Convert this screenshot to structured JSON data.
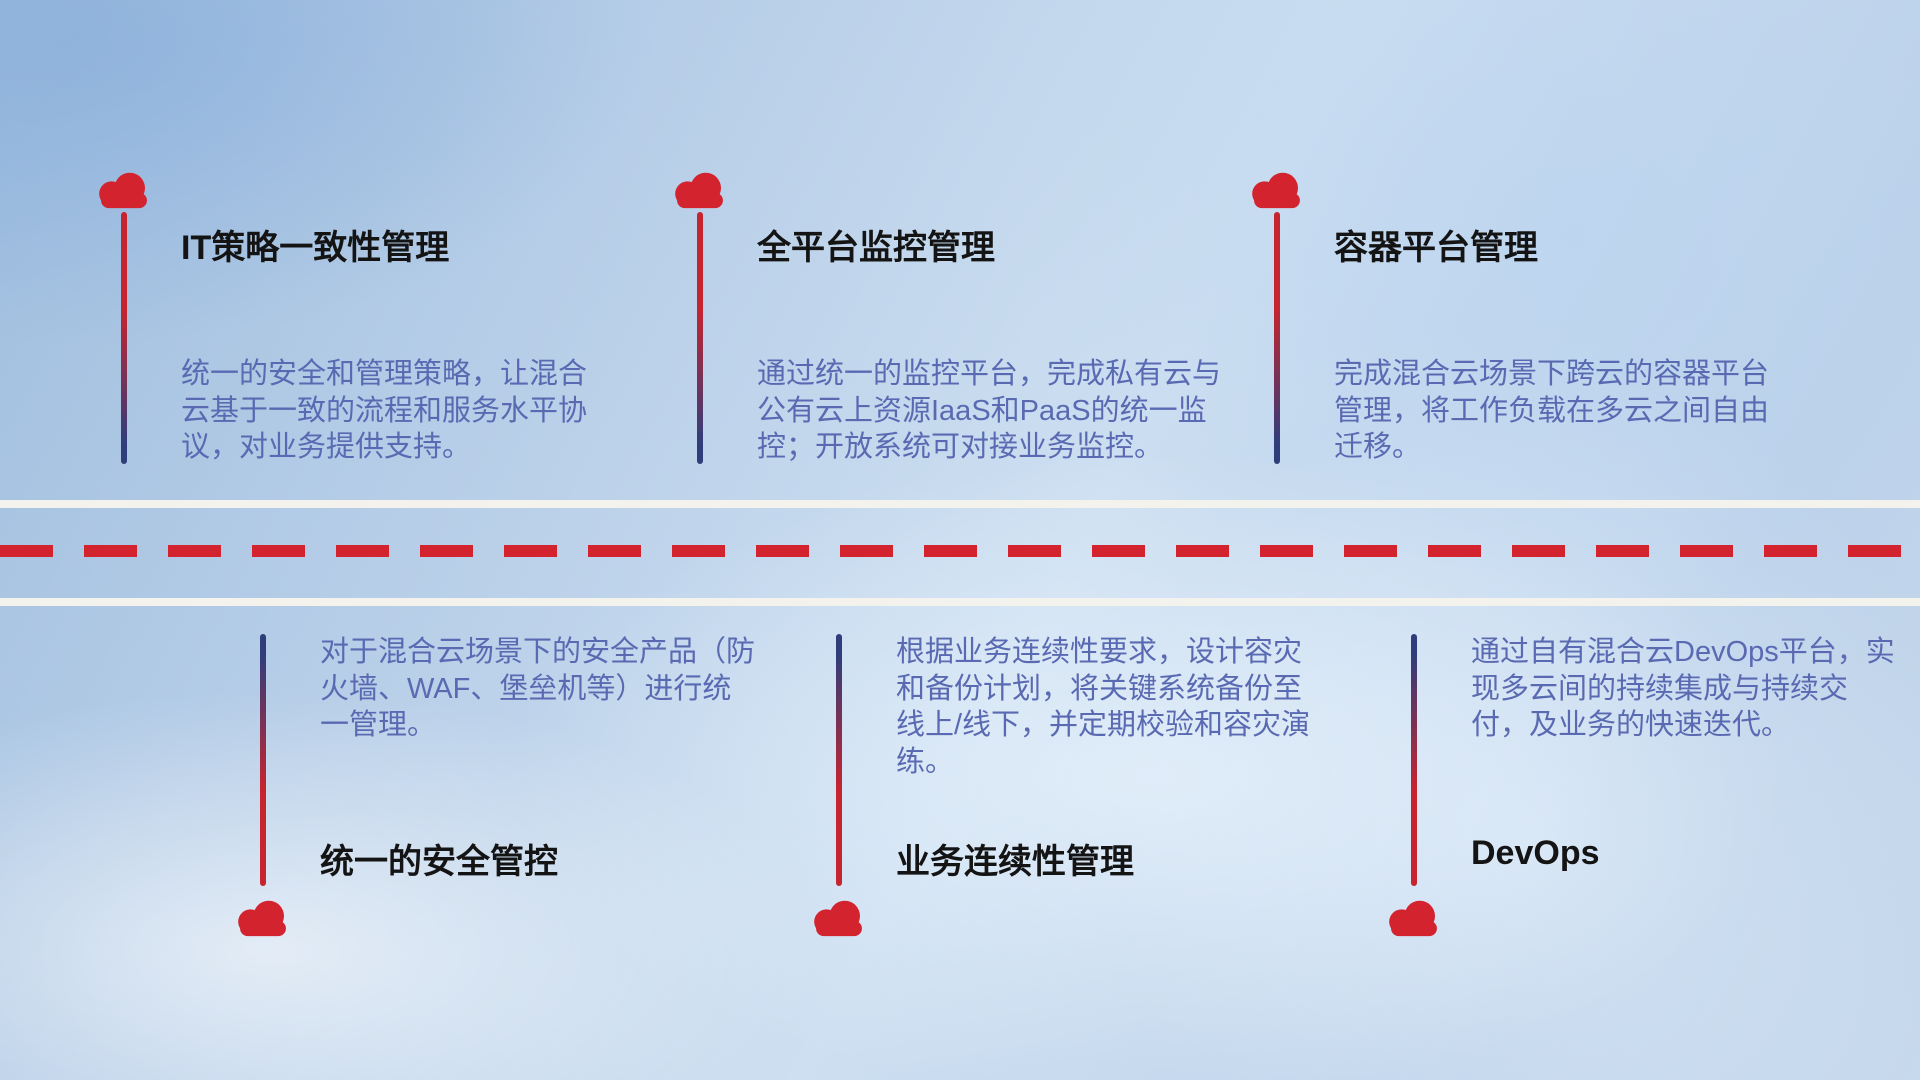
{
  "colors": {
    "cloud_red": "#d2232e",
    "dash_red": "#d2232e",
    "line_red": "#c6242f",
    "line_navy": "#2f3e7b",
    "title_color": "#141414",
    "desc_color": "#5a6ab2"
  },
  "icons": {
    "marker": "cloud"
  },
  "top_items": [
    {
      "title": "IT策略一致性管理",
      "desc": "统一的安全和管理策略，让混合云基于一致的流程和服务水平协议，对业务提供支持。"
    },
    {
      "title": "全平台监控管理",
      "desc": "通过统一的监控平台，完成私有云与公有云上资源IaaS和PaaS的统一监控；开放系统可对接业务监控。"
    },
    {
      "title": "容器平台管理",
      "desc": "完成混合云场景下跨云的容器平台管理，将工作负载在多云之间自由迁移。"
    }
  ],
  "bottom_items": [
    {
      "title": "统一的安全管控",
      "desc": "对于混合云场景下的安全产品（防火墙、WAF、堡垒机等）进行统一管理。"
    },
    {
      "title": "业务连续性管理",
      "desc": "根据业务连续性要求，设计容灾和备份计划，将关键系统备份至线上/线下，并定期校验和容灾演练。"
    },
    {
      "title": "DevOps",
      "desc": "通过自有混合云DevOps平台，实现多云间的持续集成与持续交付，及业务的快速迭代。"
    }
  ]
}
